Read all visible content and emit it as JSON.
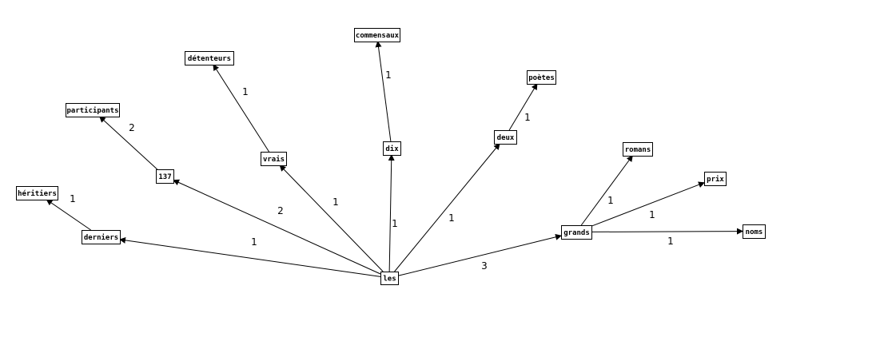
{
  "graph": {
    "nodes": [
      {
        "id": "les",
        "label": "les"
      },
      {
        "id": "derniers",
        "label": "derniers"
      },
      {
        "id": "heritiers",
        "label": "héritiers"
      },
      {
        "id": "n137",
        "label": "137"
      },
      {
        "id": "participants",
        "label": "participants"
      },
      {
        "id": "vrais",
        "label": "vrais"
      },
      {
        "id": "detenteurs",
        "label": "détenteurs"
      },
      {
        "id": "dix",
        "label": "dix"
      },
      {
        "id": "commensaux",
        "label": "commensaux"
      },
      {
        "id": "deux",
        "label": "deux"
      },
      {
        "id": "poetes",
        "label": "poètes"
      },
      {
        "id": "grands",
        "label": "grands"
      },
      {
        "id": "romans",
        "label": "romans"
      },
      {
        "id": "prix",
        "label": "prix"
      },
      {
        "id": "noms",
        "label": "noms"
      }
    ],
    "edges": [
      {
        "from": "les",
        "to": "derniers",
        "label": "1"
      },
      {
        "from": "les",
        "to": "n137",
        "label": "2"
      },
      {
        "from": "les",
        "to": "vrais",
        "label": "1"
      },
      {
        "from": "les",
        "to": "dix",
        "label": "1"
      },
      {
        "from": "les",
        "to": "deux",
        "label": "1"
      },
      {
        "from": "les",
        "to": "grands",
        "label": "3"
      },
      {
        "from": "derniers",
        "to": "heritiers",
        "label": "1"
      },
      {
        "from": "n137",
        "to": "participants",
        "label": "2"
      },
      {
        "from": "vrais",
        "to": "detenteurs",
        "label": "1"
      },
      {
        "from": "dix",
        "to": "commensaux",
        "label": "1"
      },
      {
        "from": "deux",
        "to": "poetes",
        "label": "1"
      },
      {
        "from": "grands",
        "to": "romans",
        "label": "1"
      },
      {
        "from": "grands",
        "to": "prix",
        "label": "1"
      },
      {
        "from": "grands",
        "to": "noms",
        "label": "1"
      }
    ]
  }
}
